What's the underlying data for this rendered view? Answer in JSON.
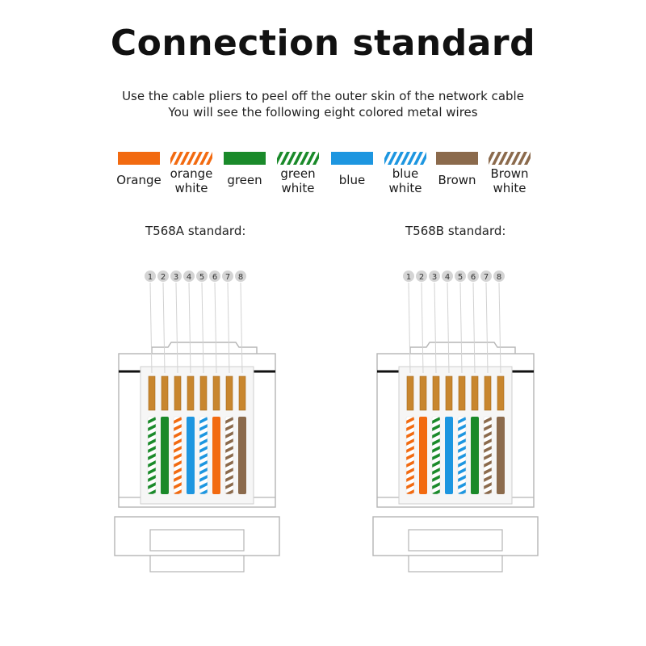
{
  "title": "Connection standard",
  "subtitle_line1": "Use the cable pliers to peel off the outer skin of the network cable",
  "subtitle_line2": "You will see the following eight colored metal wires",
  "colors": {
    "orange": "#f26a10",
    "green": "#1a8a2a",
    "blue": "#1d96e0",
    "brown": "#8b6a4c",
    "copper": "#c8862e",
    "connector_outline": "#b5b5b5"
  },
  "swatches": [
    {
      "label": "Orange",
      "color": "orange",
      "striped": false
    },
    {
      "label": "orange\nwhite",
      "color": "orange",
      "striped": true
    },
    {
      "label": "green",
      "color": "green",
      "striped": false
    },
    {
      "label": "green\nwhite",
      "color": "green",
      "striped": true
    },
    {
      "label": "blue",
      "color": "blue",
      "striped": false
    },
    {
      "label": "blue\nwhite",
      "color": "blue",
      "striped": true
    },
    {
      "label": "Brown",
      "color": "brown",
      "striped": false
    },
    {
      "label": "Brown\nwhite",
      "color": "brown",
      "striped": true
    }
  ],
  "pin_numbers": [
    "1",
    "2",
    "3",
    "4",
    "5",
    "6",
    "7",
    "8"
  ],
  "standards": [
    {
      "label": "T568A standard:",
      "wires": [
        {
          "color": "green",
          "striped": true
        },
        {
          "color": "green",
          "striped": false
        },
        {
          "color": "orange",
          "striped": true
        },
        {
          "color": "blue",
          "striped": false
        },
        {
          "color": "blue",
          "striped": true
        },
        {
          "color": "orange",
          "striped": false
        },
        {
          "color": "brown",
          "striped": true
        },
        {
          "color": "brown",
          "striped": false
        }
      ]
    },
    {
      "label": "T568B standard:",
      "wires": [
        {
          "color": "orange",
          "striped": true
        },
        {
          "color": "orange",
          "striped": false
        },
        {
          "color": "green",
          "striped": true
        },
        {
          "color": "blue",
          "striped": false
        },
        {
          "color": "blue",
          "striped": true
        },
        {
          "color": "green",
          "striped": false
        },
        {
          "color": "brown",
          "striped": true
        },
        {
          "color": "brown",
          "striped": false
        }
      ]
    }
  ]
}
